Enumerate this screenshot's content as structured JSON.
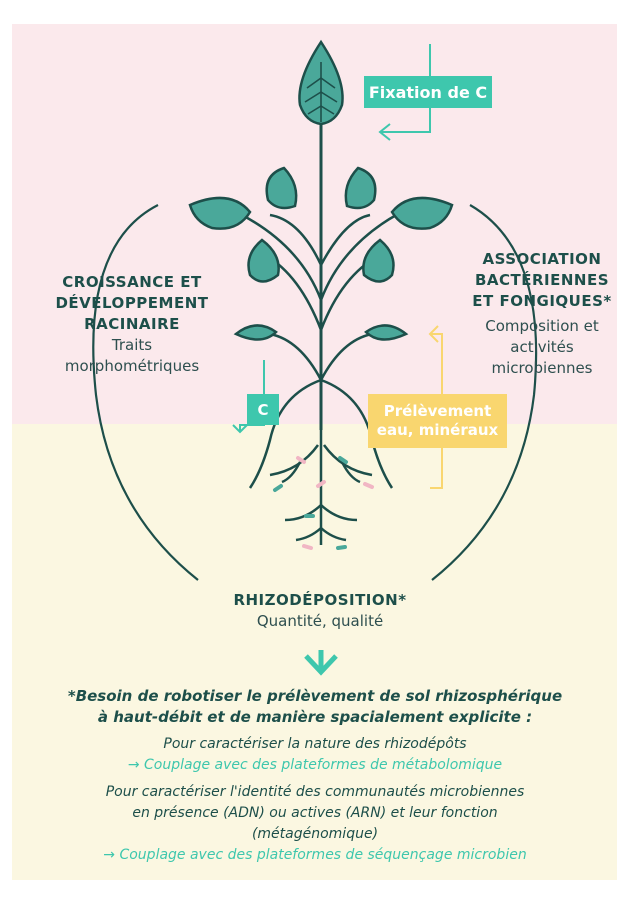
{
  "colors": {
    "top_band": "#fbe9ec",
    "bottom_band": "#fbf7e1",
    "dark_teal": "#1d4f4a",
    "leaf_fill": "#4aa89a",
    "accent_teal": "#3ec7ad",
    "accent_yellow": "#f9d66f",
    "pink": "#f1b6c4"
  },
  "boxes": {
    "fixation": "Fixation de C",
    "carbon": "C",
    "prelevement_line1": "Prélèvement",
    "prelevement_line2": "eau, minéraux"
  },
  "left": {
    "title_line1": "CROISSANCE ET",
    "title_line2": "DÉVELOPPEMENT",
    "title_line3": "RACINAIRE",
    "sub_line1": "Traits",
    "sub_line2": "morphométriques"
  },
  "right": {
    "title_line1": "ASSOCIATION",
    "title_line2": "BACTÉRIENNES",
    "title_line3": "ET FONGIQUES*",
    "sub_line1": "Composition et",
    "sub_line2": "activités",
    "sub_line3": "microbiennes"
  },
  "center": {
    "title": "RHIZODÉPOSITION*",
    "sub": "Quantité, qualité"
  },
  "note": {
    "heading_line1": "*Besoin de robotiser le prélèvement de sol rhizosphérique",
    "heading_line2": "à haut-débit et de manière spacialement explicite :",
    "item1": "Pour caractériser la nature des rhizodépôts",
    "item1_link": "→ Couplage avec des plateformes de métabolomique",
    "item2_line1": "Pour caractériser l'identité des communautés microbiennes",
    "item2_line2": "en présence (ADN) ou actives (ARN) et leur fonction",
    "item2_line3": "(métagénomique)",
    "item2_link": "→ Couplage avec des plateformes de séquençage microbien"
  }
}
